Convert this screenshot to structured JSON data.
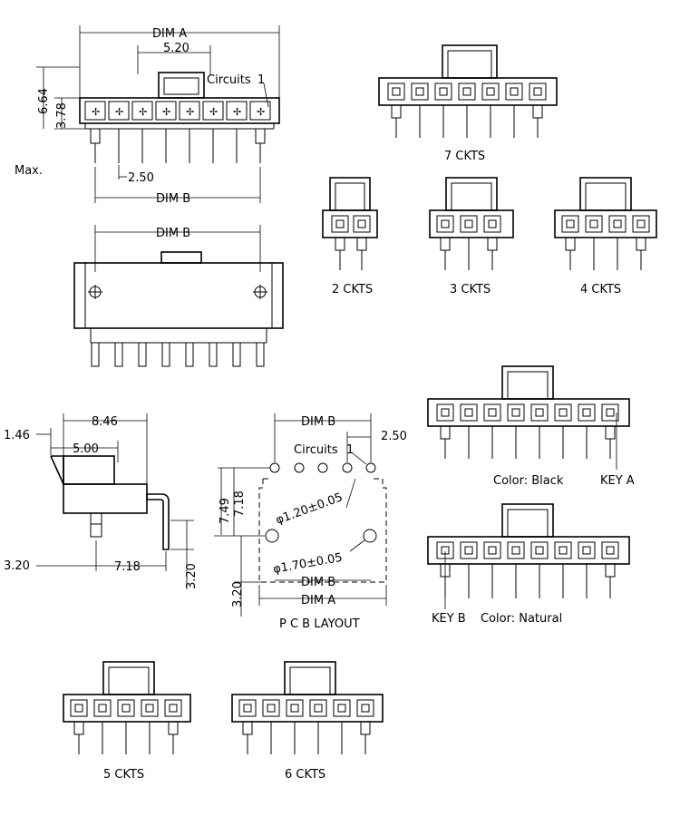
{
  "top_view": {
    "dim_a": "DIM A",
    "dim_5_20": "5.20",
    "dim_6_64": "6.64",
    "dim_3_78": "3.78",
    "circuits_label": "Circuits",
    "circuit_1": "1",
    "max_label": "Max.",
    "dim_2_50": "2.50",
    "dim_b": "DIM B"
  },
  "bottom_view": {
    "dim_b": "DIM B"
  },
  "variants": {
    "ckts_7": "7 CKTS",
    "ckts_2": "2 CKTS",
    "ckts_3": "3 CKTS",
    "ckts_4": "4 CKTS",
    "ckts_5": "5 CKTS",
    "ckts_6": "6 CKTS"
  },
  "side_view": {
    "dim_8_46": "8.46",
    "dim_1_46": "1.46",
    "dim_5_00": "5.00",
    "dim_3_20_left": "3.20",
    "dim_7_18": "7.18",
    "dim_3_20_right": "3.20"
  },
  "pcb_layout": {
    "dim_b_top": "DIM B",
    "dim_2_50": "2.50",
    "circuits_label": "Circuits",
    "circuit_1": "1",
    "dim_7_49": "7.49",
    "dim_7_18": "7.18",
    "hole_1": "φ1.20±0.05",
    "hole_2": "φ1.70±0.05",
    "dim_3_20": "3.20",
    "dim_b_bottom": "DIM B",
    "dim_a": "DIM A",
    "title": "P C B LAYOUT"
  },
  "color_variants": {
    "black": "Color:  Black",
    "key_a": "KEY A",
    "key_b": "KEY B",
    "natural": "Color:  Natural"
  }
}
